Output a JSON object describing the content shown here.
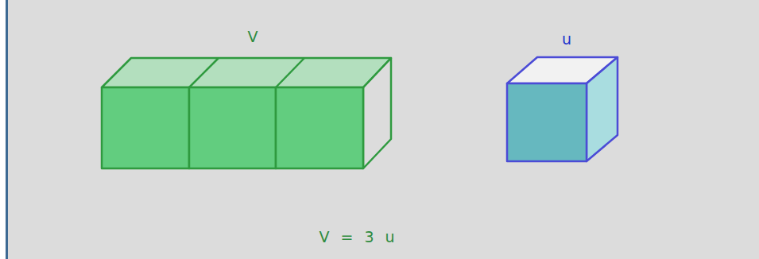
{
  "diagram": {
    "labels": [
      "V",
      "u",
      "V = 3 u"
    ]
  }
}
